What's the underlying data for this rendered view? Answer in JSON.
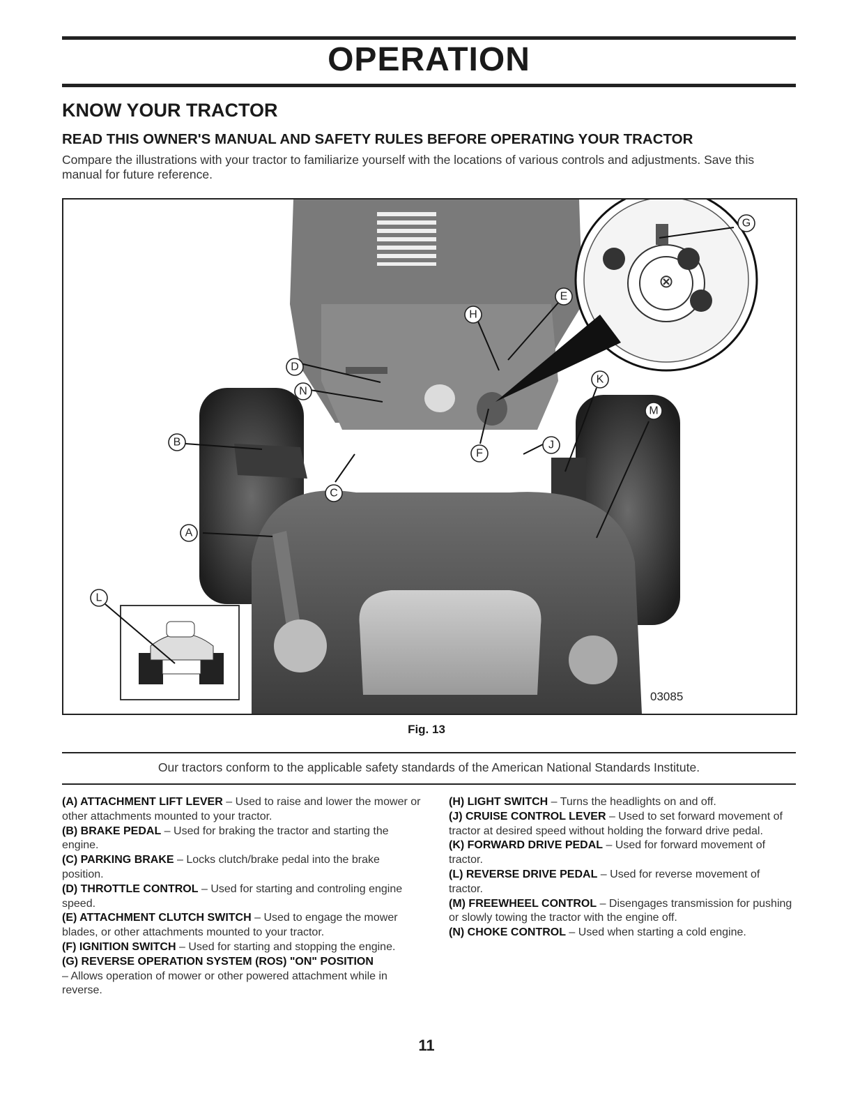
{
  "header": {
    "title": "OPERATION"
  },
  "section": {
    "heading": "KNOW YOUR TRACTOR",
    "subheading": "READ THIS OWNER'S MANUAL AND SAFETY RULES BEFORE OPERATING YOUR TRACTOR",
    "intro": "Compare the illustrations with your tractor to familiarize yourself with the locations of various controls and adjustments. Save this manual for future reference."
  },
  "figure": {
    "image_code": "03085",
    "caption": "Fig. 13",
    "callouts": [
      "A",
      "B",
      "C",
      "D",
      "E",
      "F",
      "G",
      "H",
      "J",
      "K",
      "L",
      "M",
      "N"
    ]
  },
  "standards_note": "Our tractors conform to the applicable safety standards of the American National Standards Institute.",
  "controls_left": [
    {
      "label": "(A) ATTACHMENT LIFT LEVER",
      "text": " – Used to raise and lower the mower or other attachments mounted to your tractor."
    },
    {
      "label": "(B) BRAKE PEDAL",
      "text": " – Used for braking the tractor and starting the engine."
    },
    {
      "label": "(C) PARKING BRAKE",
      "text": " – Locks clutch/brake pedal into the brake position."
    },
    {
      "label": "(D) THROTTLE CONTROL",
      "text": " – Used for starting and controling engine speed."
    },
    {
      "label": "(E) ATTACHMENT CLUTCH SWITCH",
      "text": " – Used to engage the mower blades, or other attachments mounted to your tractor."
    },
    {
      "label": "(F) IGNITION SWITCH",
      "text": " – Used for starting and stopping the engine."
    },
    {
      "label": "(G) REVERSE OPERATION SYSTEM (ROS) \"ON\" POSITION",
      "text": " – Allows operation of mower or other powered attachment while in reverse."
    }
  ],
  "controls_right": [
    {
      "label": "(H) LIGHT SWITCH",
      "text": " – Turns the headlights on and off."
    },
    {
      "label": "(J) CRUISE CONTROL LEVER",
      "text": " – Used to set forward movement of tractor at desired speed without holding the forward drive pedal."
    },
    {
      "label": "(K) FORWARD DRIVE PEDAL",
      "text": " – Used for forward movement of tractor."
    },
    {
      "label": "(L) REVERSE DRIVE PEDAL",
      "text": " – Used for reverse movement of tractor."
    },
    {
      "label": "(M) FREEWHEEL CONTROL",
      "text": " – Disengages transmission for pushing or slowly  towing the tractor with the engine off."
    },
    {
      "label": "(N) CHOKE CONTROL",
      "text": " – Used when starting a cold engine."
    }
  ],
  "page_number": "11"
}
